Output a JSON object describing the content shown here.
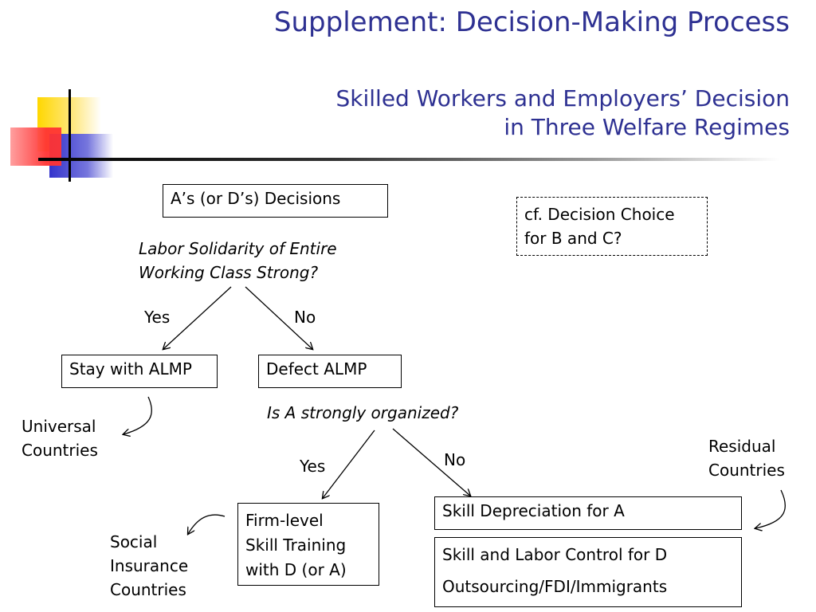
{
  "title": "Supplement: Decision-Making Process",
  "subtitle": {
    "line1": "Skilled Workers and Employers’ Decision",
    "line2": "in Three Welfare Regimes"
  },
  "nodes": {
    "root": "A’s (or D’s) Decisions",
    "cf_line1": "cf. Decision Choice",
    "cf_line2": "for B and C?",
    "question1_line1": "Labor Solidarity of Entire",
    "question1_line2": "Working Class Strong?",
    "yes1": "Yes",
    "no1": "No",
    "stay": "Stay with ALMP",
    "defect": "Defect ALMP",
    "question2": "Is A strongly organized?",
    "yes2": "Yes",
    "no2": "No",
    "firm_line1": "Firm-level",
    "firm_line2": "Skill Training",
    "firm_line3": "with D (or A)",
    "skill_dep": "Skill Depreciation for A",
    "skill_control": "Skill and Labor Control for D",
    "outsourcing": "Outsourcing/FDI/Immigrants"
  },
  "outcomes": {
    "universal_line1": "Universal",
    "universal_line2": "Countries",
    "social_line1": "Social",
    "social_line2": "Insurance",
    "social_line3": "Countries",
    "residual_line1": "Residual",
    "residual_line2": "Countries"
  },
  "colors": {
    "title": "#2e3192",
    "logo_yellow": "#ffd700",
    "logo_blue": "#3333cc",
    "logo_red": "#ff3333"
  }
}
